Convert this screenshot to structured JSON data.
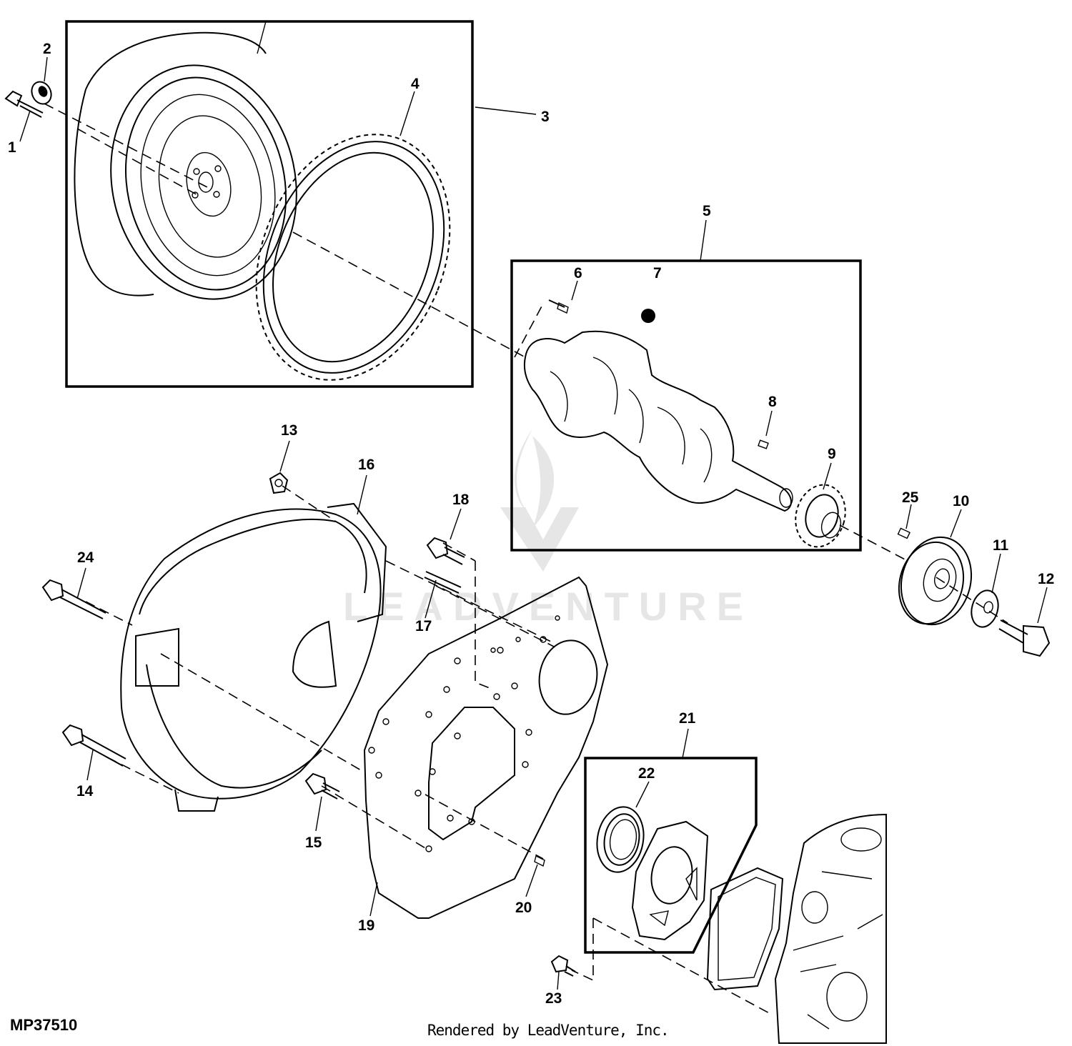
{
  "figure_id": "MP37510",
  "credit": "Rendered by LeadVenture, Inc.",
  "watermark": "LEADVENTURE",
  "callouts": [
    "1",
    "2",
    "3",
    "4",
    "5",
    "6",
    "7",
    "8",
    "9",
    "10",
    "11",
    "12",
    "13",
    "14",
    "15",
    "16",
    "17",
    "18",
    "19",
    "20",
    "21",
    "22",
    "23",
    "24",
    "25"
  ]
}
